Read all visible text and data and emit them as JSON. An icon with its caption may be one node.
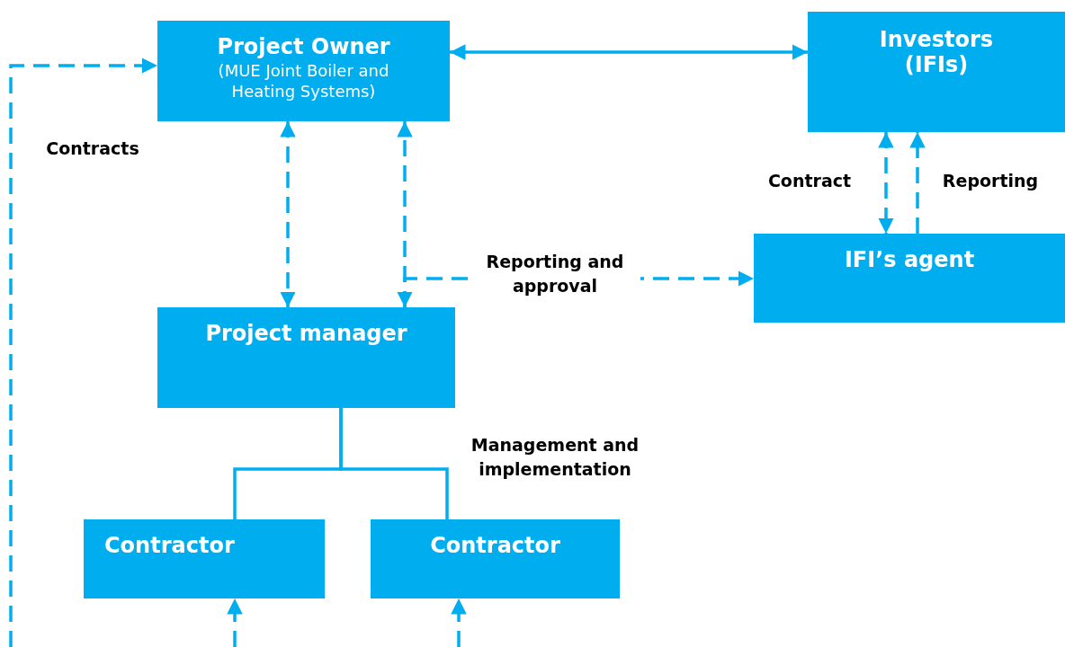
{
  "diagram": {
    "nodes": [
      {
        "text": [
          "Project Owner",
          "(MUE Joint Boiler and Heating Systems)"
        ]
      },
      {
        "text": [
          "Investors (IFIs)"
        ]
      },
      {
        "text": [
          "IFI’s agent"
        ]
      },
      {
        "text": [
          "Project manager"
        ]
      },
      {
        "text": [
          "Contractor"
        ]
      },
      {
        "text": [
          "Contractor"
        ]
      }
    ],
    "edges": [
      {
        "from": 0,
        "to": 1,
        "arrow": "both"
      },
      {
        "from": 0,
        "to": 3,
        "arrow": "both",
        "style": "dashed"
      },
      {
        "from": 3,
        "to": 0,
        "arrow": "to",
        "style": "dashed"
      },
      {
        "from": 3,
        "to": 2,
        "arrow": "both",
        "style": "dashed",
        "label": "Reporting and approval"
      },
      {
        "from": 1,
        "to": 2,
        "arrow": "both",
        "style": "dashed",
        "label": "Contract"
      },
      {
        "from": 2,
        "to": 1,
        "arrow": "to",
        "style": "dashed",
        "label": "Reporting"
      },
      {
        "from": 3,
        "to": 4,
        "arrow": "none"
      },
      {
        "from": 3,
        "to": 5,
        "arrow": "none",
        "label": "Management and implementation"
      },
      {
        "from": null,
        "to": 0,
        "arrow": "to",
        "style": "dashed",
        "label": "Contracts"
      },
      {
        "from": null,
        "to": 4,
        "arrow": "to",
        "style": "dashed"
      },
      {
        "from": null,
        "to": 5,
        "arrow": "to",
        "style": "dashed"
      }
    ]
  }
}
